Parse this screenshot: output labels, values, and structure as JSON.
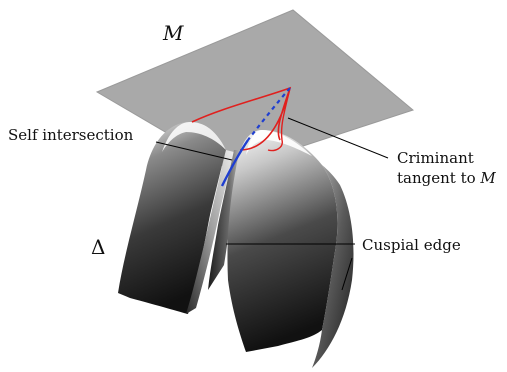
{
  "symbols": {
    "plane": "M",
    "discriminant": "Δ"
  },
  "labels": {
    "self_intersection": "Self intersection",
    "criminant_line1": "Criminant",
    "criminant_line2_prefix": "tangent to ",
    "criminant_line2_symbol": "M",
    "cuspidal_edge": "Cuspial edge"
  },
  "colors": {
    "plane": "#a9a9a9",
    "criminant_curve": "#e0201e",
    "self_intersection_curve": "#1f3fd0",
    "surface_dark": "#141414",
    "surface_light": "#f2f2f2"
  }
}
